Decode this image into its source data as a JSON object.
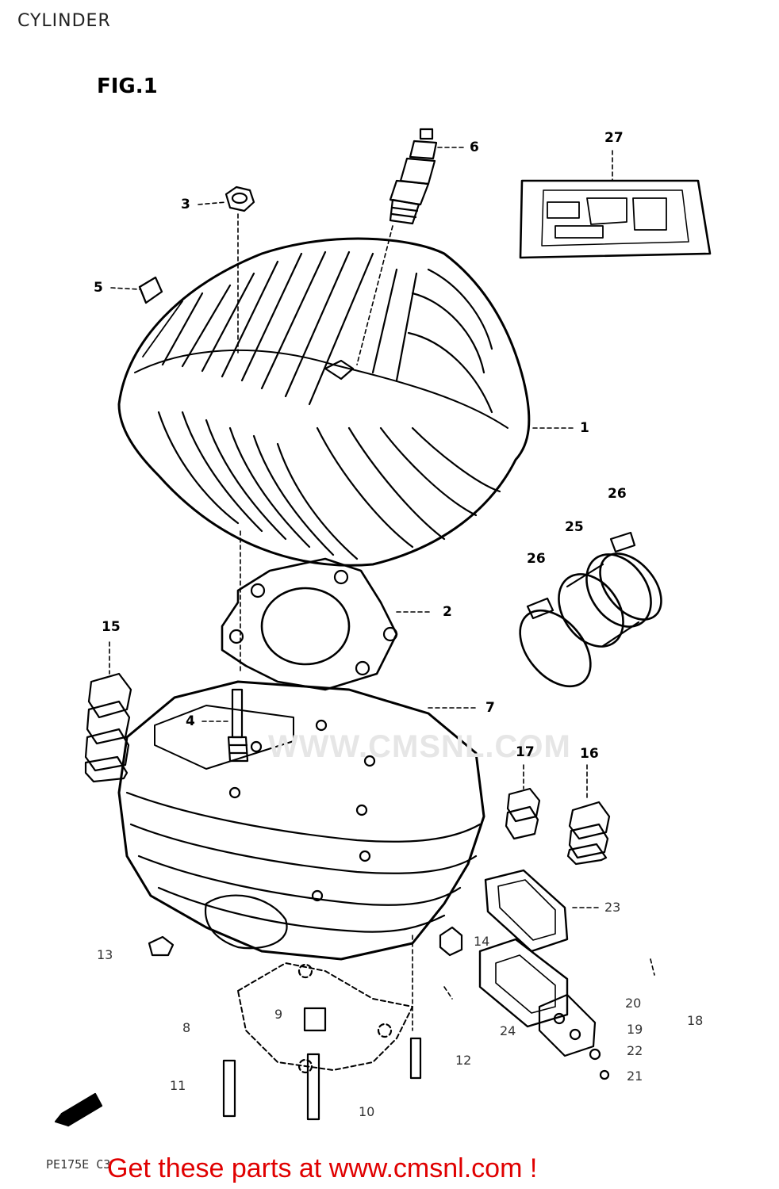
{
  "page": {
    "title": "CYLINDER",
    "figure_label": "FIG.1",
    "page_code": "PE175E C3",
    "footer": "Get these parts at www.cmsnl.com !",
    "watermark": "WWW.CMSNL.COM"
  },
  "callouts": [
    {
      "id": "c6",
      "label": "6"
    },
    {
      "id": "c27",
      "label": "27"
    },
    {
      "id": "c3",
      "label": "3"
    },
    {
      "id": "c5",
      "label": "5"
    },
    {
      "id": "c1",
      "label": "1"
    },
    {
      "id": "c26a",
      "label": "26"
    },
    {
      "id": "c25",
      "label": "25"
    },
    {
      "id": "c26b",
      "label": "26"
    },
    {
      "id": "c2",
      "label": "2"
    },
    {
      "id": "c15",
      "label": "15"
    },
    {
      "id": "c7",
      "label": "7"
    },
    {
      "id": "c4",
      "label": "4"
    },
    {
      "id": "c17",
      "label": "17"
    },
    {
      "id": "c16",
      "label": "16"
    },
    {
      "id": "c23",
      "label": "23"
    },
    {
      "id": "c13",
      "label": "13"
    },
    {
      "id": "c14",
      "label": "14"
    },
    {
      "id": "c20",
      "label": "20"
    },
    {
      "id": "c18",
      "label": "18"
    },
    {
      "id": "c9",
      "label": "9"
    },
    {
      "id": "c8",
      "label": "8"
    },
    {
      "id": "c24",
      "label": "24"
    },
    {
      "id": "c19",
      "label": "19"
    },
    {
      "id": "c12",
      "label": "12"
    },
    {
      "id": "c22",
      "label": "22"
    },
    {
      "id": "c11",
      "label": "11"
    },
    {
      "id": "c21",
      "label": "21"
    },
    {
      "id": "c10",
      "label": "10"
    }
  ]
}
